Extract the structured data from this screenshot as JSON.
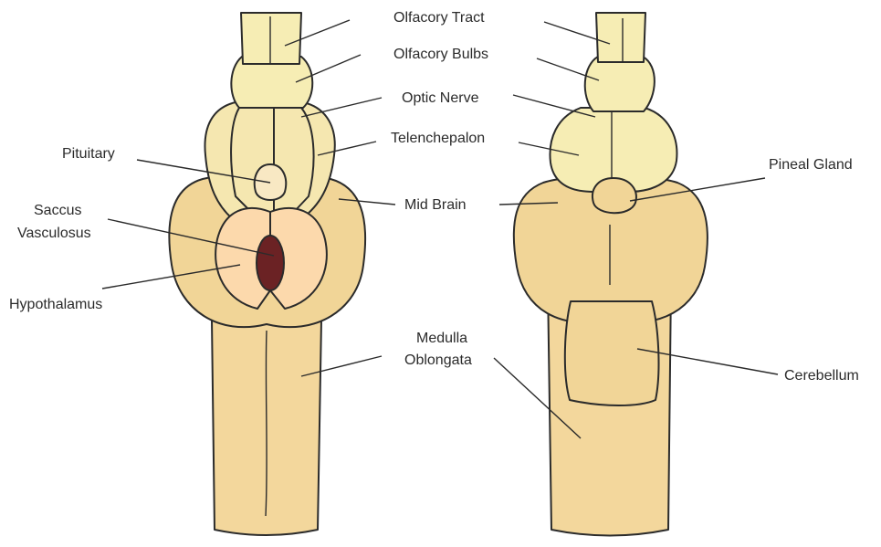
{
  "colors": {
    "outline": "#2b2b2b",
    "olfactory": "#f6edb4",
    "forebrain": "#f5e7b0",
    "midbrain": "#f1d597",
    "hypothalamus": "#fcd9ac",
    "pituitary": "#f8e8c3",
    "saccus_vasculosus": "#6b2224",
    "hindbrain": "#f3d79c",
    "pineal": "#f1d597"
  },
  "labels": {
    "olfactory_tract": "Olfacory Tract",
    "olfactory_bulbs": "Olfacory Bulbs",
    "optic_nerve": "Optic Nerve",
    "telencephalon": "Telenchepalon",
    "mid_brain": "Mid Brain",
    "pituitary": "Pituitary",
    "saccus_line1": "Saccus",
    "saccus_line2": "Vasculosus",
    "hypothalamus": "Hypothalamus",
    "medulla_line1": "Medulla",
    "medulla_line2": "Oblongata",
    "pineal_gland": "Pineal Gland",
    "cerebellum": "Cerebellum"
  }
}
